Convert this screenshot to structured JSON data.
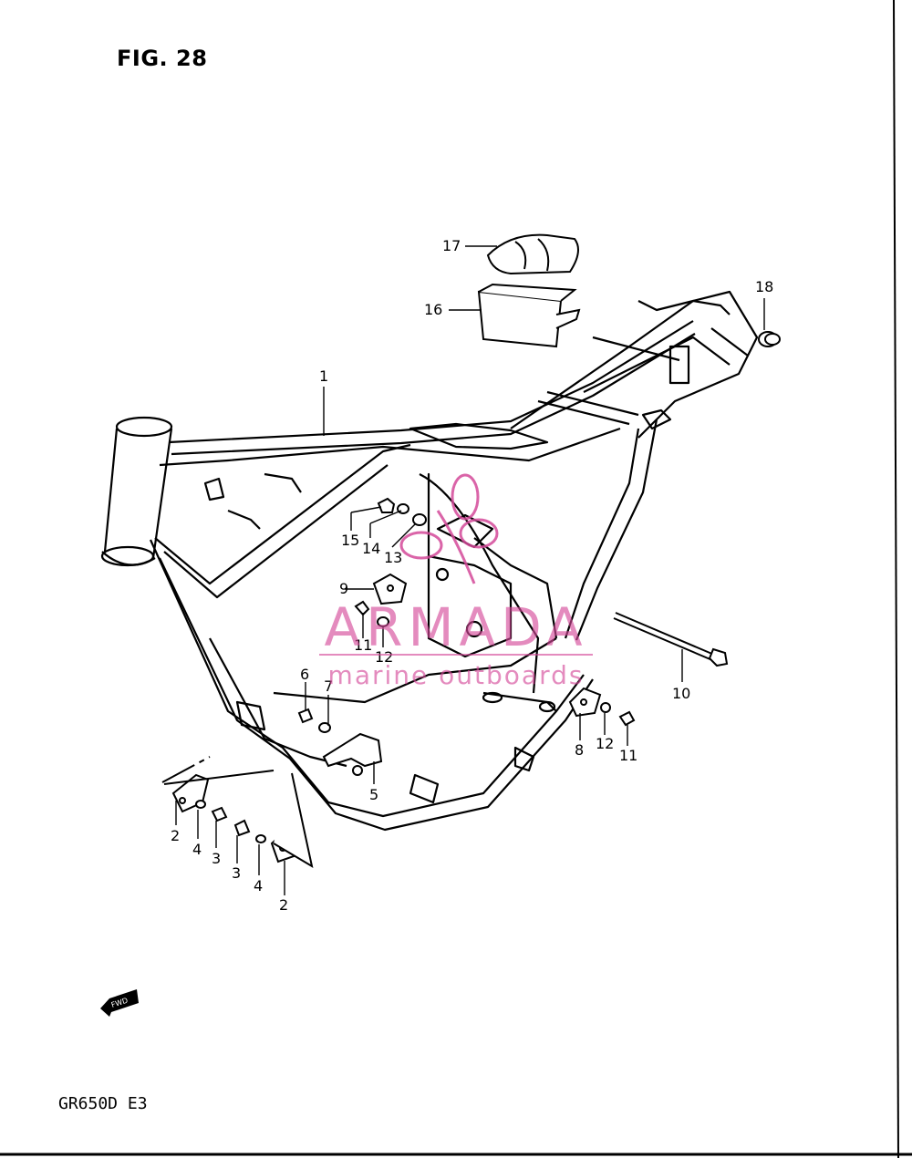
{
  "figure": {
    "title": "FIG. 28",
    "model": "GR650D E3",
    "fwd_label": "FWD"
  },
  "callouts": [
    {
      "id": "c1",
      "label": "1"
    },
    {
      "id": "c2a",
      "label": "2"
    },
    {
      "id": "c2b",
      "label": "2"
    },
    {
      "id": "c3a",
      "label": "3"
    },
    {
      "id": "c3b",
      "label": "3"
    },
    {
      "id": "c4a",
      "label": "4"
    },
    {
      "id": "c4b",
      "label": "4"
    },
    {
      "id": "c5",
      "label": "5"
    },
    {
      "id": "c6",
      "label": "6"
    },
    {
      "id": "c7",
      "label": "7"
    },
    {
      "id": "c8",
      "label": "8"
    },
    {
      "id": "c9",
      "label": "9"
    },
    {
      "id": "c10",
      "label": "10"
    },
    {
      "id": "c11a",
      "label": "11"
    },
    {
      "id": "c11b",
      "label": "11"
    },
    {
      "id": "c12a",
      "label": "12"
    },
    {
      "id": "c12b",
      "label": "12"
    },
    {
      "id": "c13",
      "label": "13"
    },
    {
      "id": "c14",
      "label": "14"
    },
    {
      "id": "c15",
      "label": "15"
    },
    {
      "id": "c16",
      "label": "16"
    },
    {
      "id": "c17",
      "label": "17"
    },
    {
      "id": "c18",
      "label": "18"
    }
  ],
  "watermark": {
    "brand": "ARMADA",
    "tagline": "marine outboards",
    "color": "#d44a9a"
  }
}
